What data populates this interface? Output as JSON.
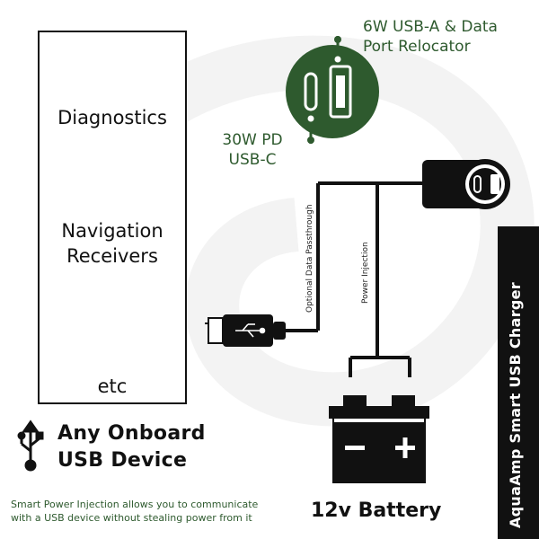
{
  "left_panel": {
    "diagnostics_label": "Diagnostics",
    "navigation_label_line1": "Navigation",
    "navigation_label_line2": "Receivers",
    "etc_label": "etc",
    "any_onboard_line1": "Any Onboard",
    "any_onboard_line2": "USB Device"
  },
  "caption": {
    "line1": "Smart Power Injection allows you to communicate",
    "line2": "with a USB device without stealing power from it"
  },
  "relocator": {
    "line1": "6W USB-A & Data",
    "line2": "Port Relocator"
  },
  "pd": {
    "line1": "30W PD",
    "line2": "USB-C"
  },
  "wire_labels": {
    "optional": "Optional Data Passthrough",
    "power": "Power Injection"
  },
  "battery": {
    "label": "12v Battery",
    "minus": "−",
    "plus": "+"
  },
  "brand": {
    "text": "AquaAmp Smart USB Charger"
  },
  "colors": {
    "accent_green": "#2e5a2e",
    "ink": "#111111",
    "background": "#ffffff"
  },
  "icons": [
    "radio-icon",
    "carplay-icon",
    "android-auto-icon",
    "card-reader-icon",
    "usb-symbol-icon",
    "usb-plug-icon",
    "charger-icon",
    "relocator-port-icon",
    "battery-icon"
  ]
}
